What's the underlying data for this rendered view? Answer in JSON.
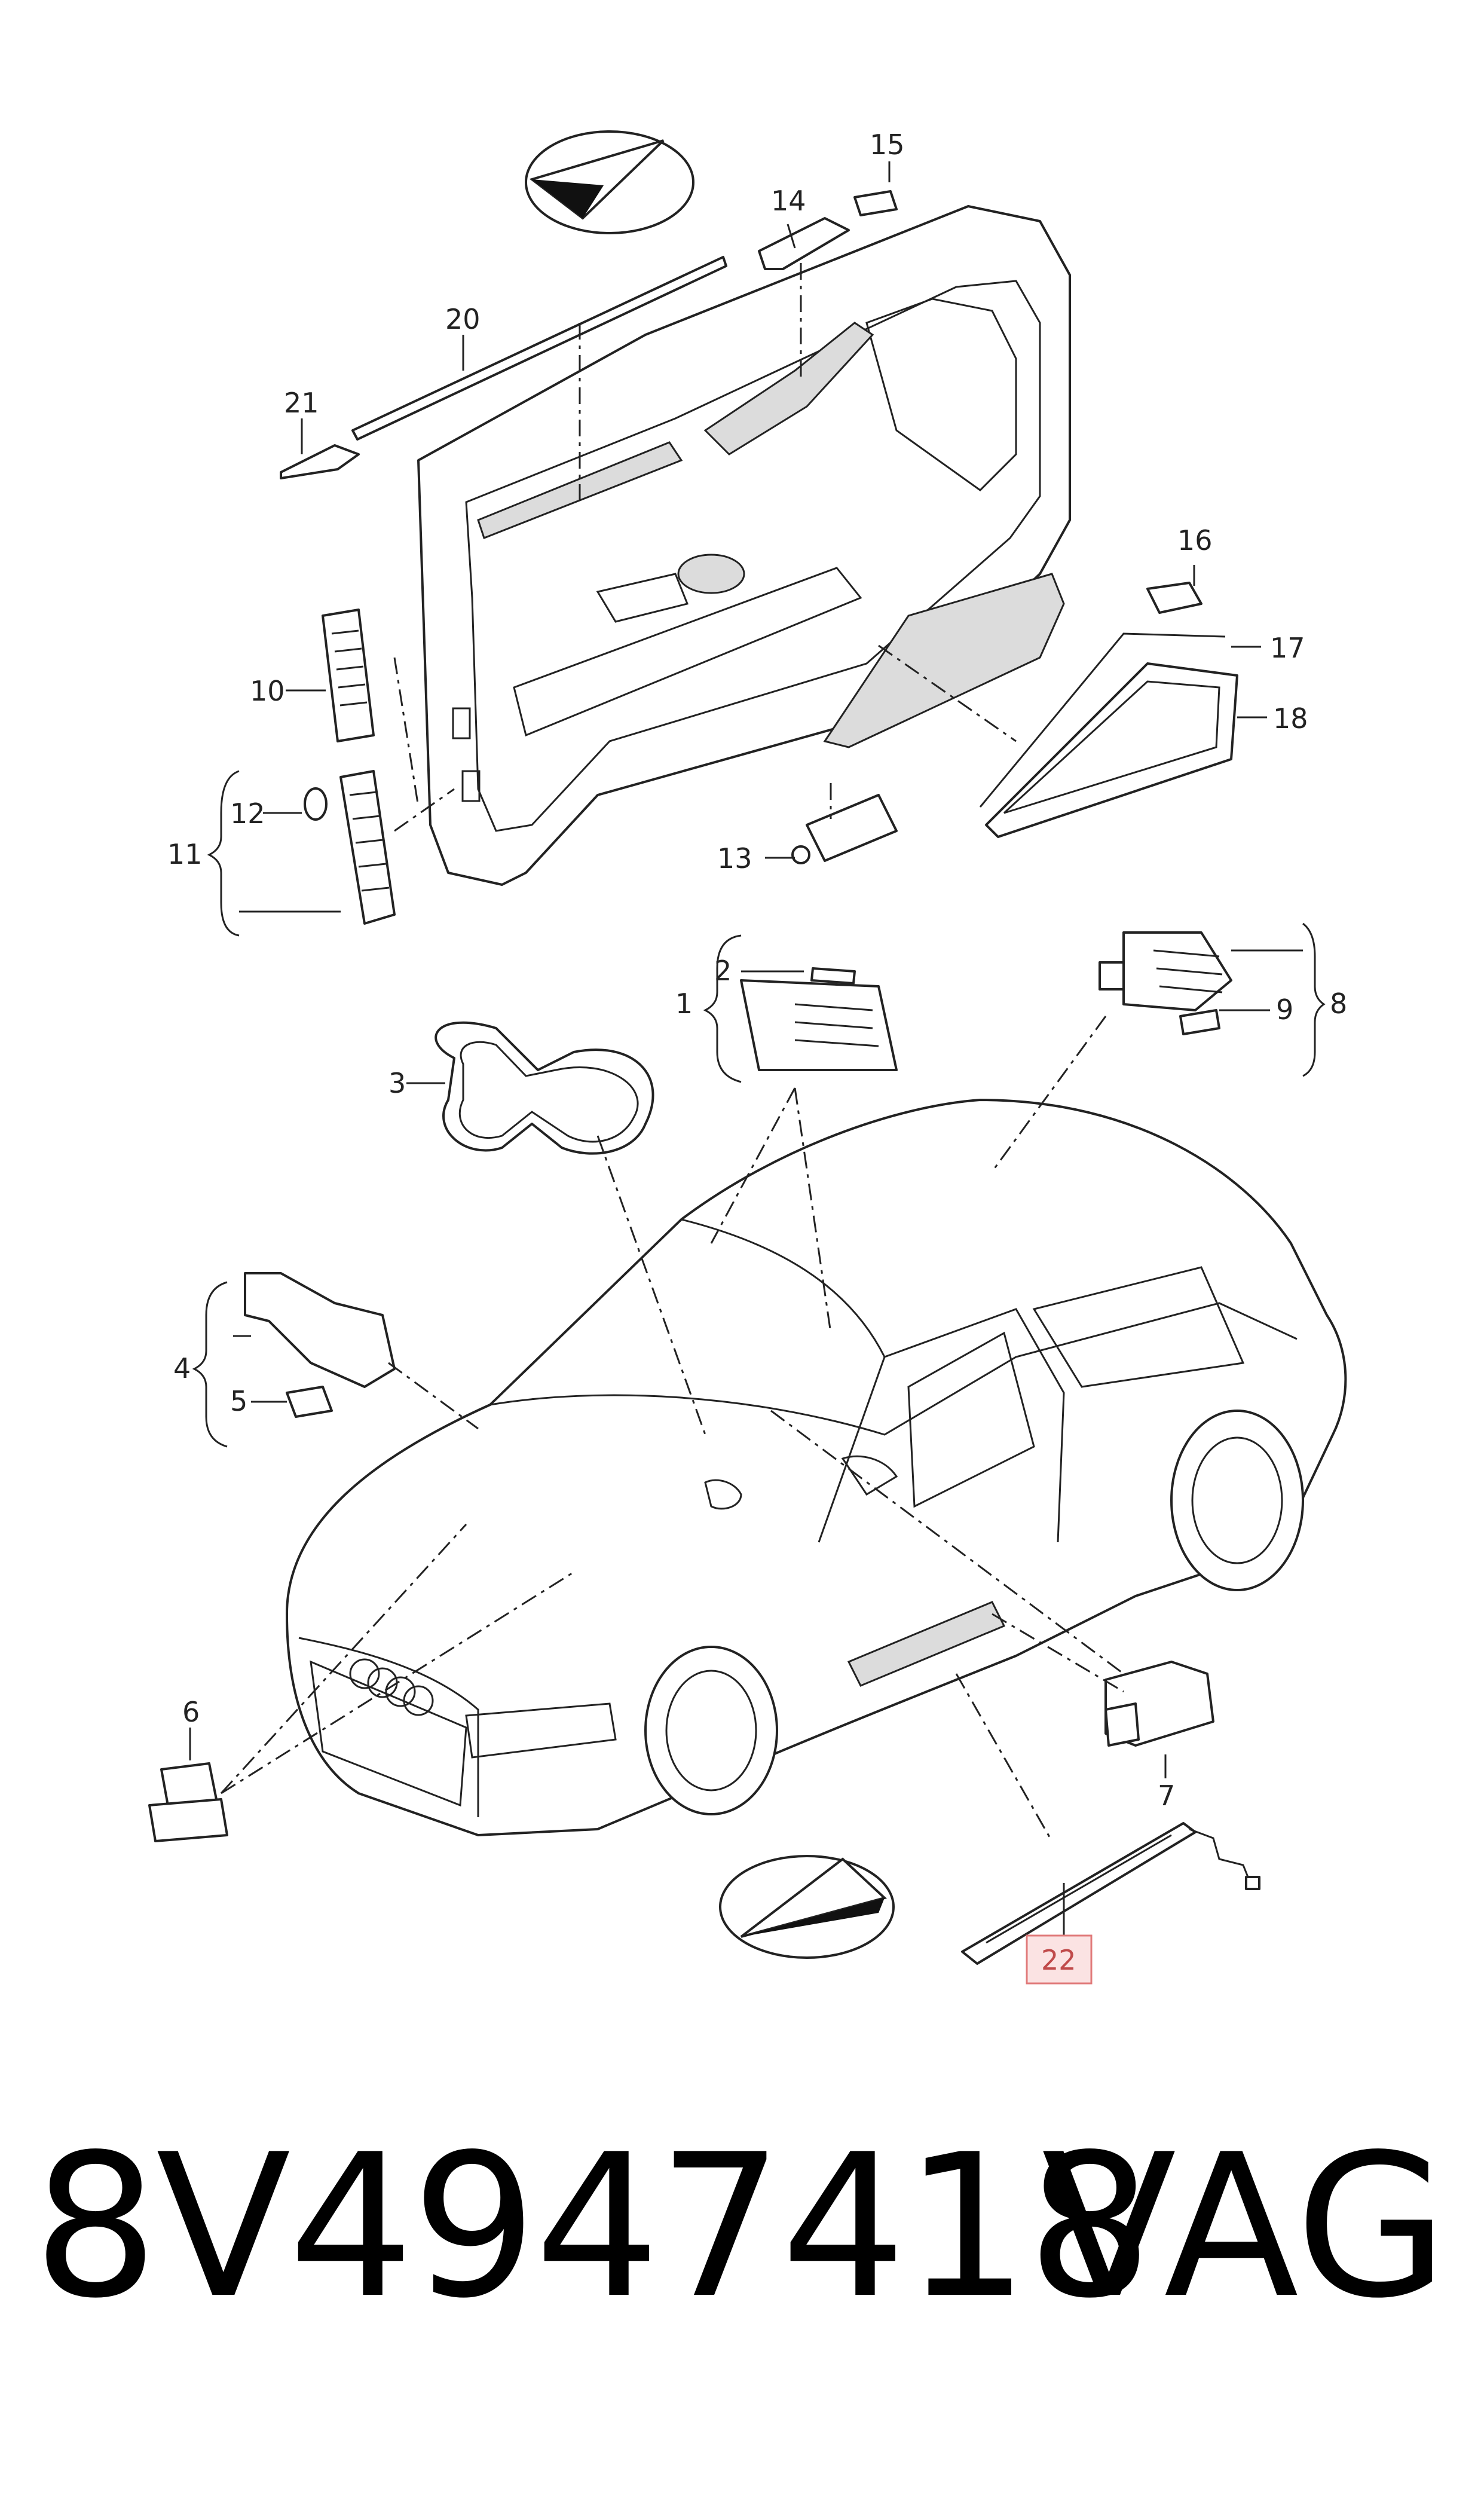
{
  "diagram": {
    "callouts": [
      {
        "id": "c1",
        "text": "1"
      },
      {
        "id": "c2",
        "text": "2"
      },
      {
        "id": "c3",
        "text": "3"
      },
      {
        "id": "c4",
        "text": "4"
      },
      {
        "id": "c5",
        "text": "5"
      },
      {
        "id": "c6",
        "text": "6"
      },
      {
        "id": "c7",
        "text": "7"
      },
      {
        "id": "c8",
        "text": "8"
      },
      {
        "id": "c9",
        "text": "9"
      },
      {
        "id": "c10",
        "text": "10"
      },
      {
        "id": "c11",
        "text": "11"
      },
      {
        "id": "c12",
        "text": "12"
      },
      {
        "id": "c13",
        "text": "13"
      },
      {
        "id": "c14",
        "text": "14"
      },
      {
        "id": "c15",
        "text": "15"
      },
      {
        "id": "c16",
        "text": "16"
      },
      {
        "id": "c17",
        "text": "17"
      },
      {
        "id": "c18",
        "text": "18"
      },
      {
        "id": "c20",
        "text": "20"
      },
      {
        "id": "c21",
        "text": "21"
      },
      {
        "id": "c22",
        "text": "22"
      }
    ],
    "highlighted_callout": "22",
    "highlight_color": "#e07a7a",
    "highlight_fill": "#fbe3e3"
  },
  "footer": {
    "part_number": "8V4947418",
    "brand": "VAG"
  }
}
